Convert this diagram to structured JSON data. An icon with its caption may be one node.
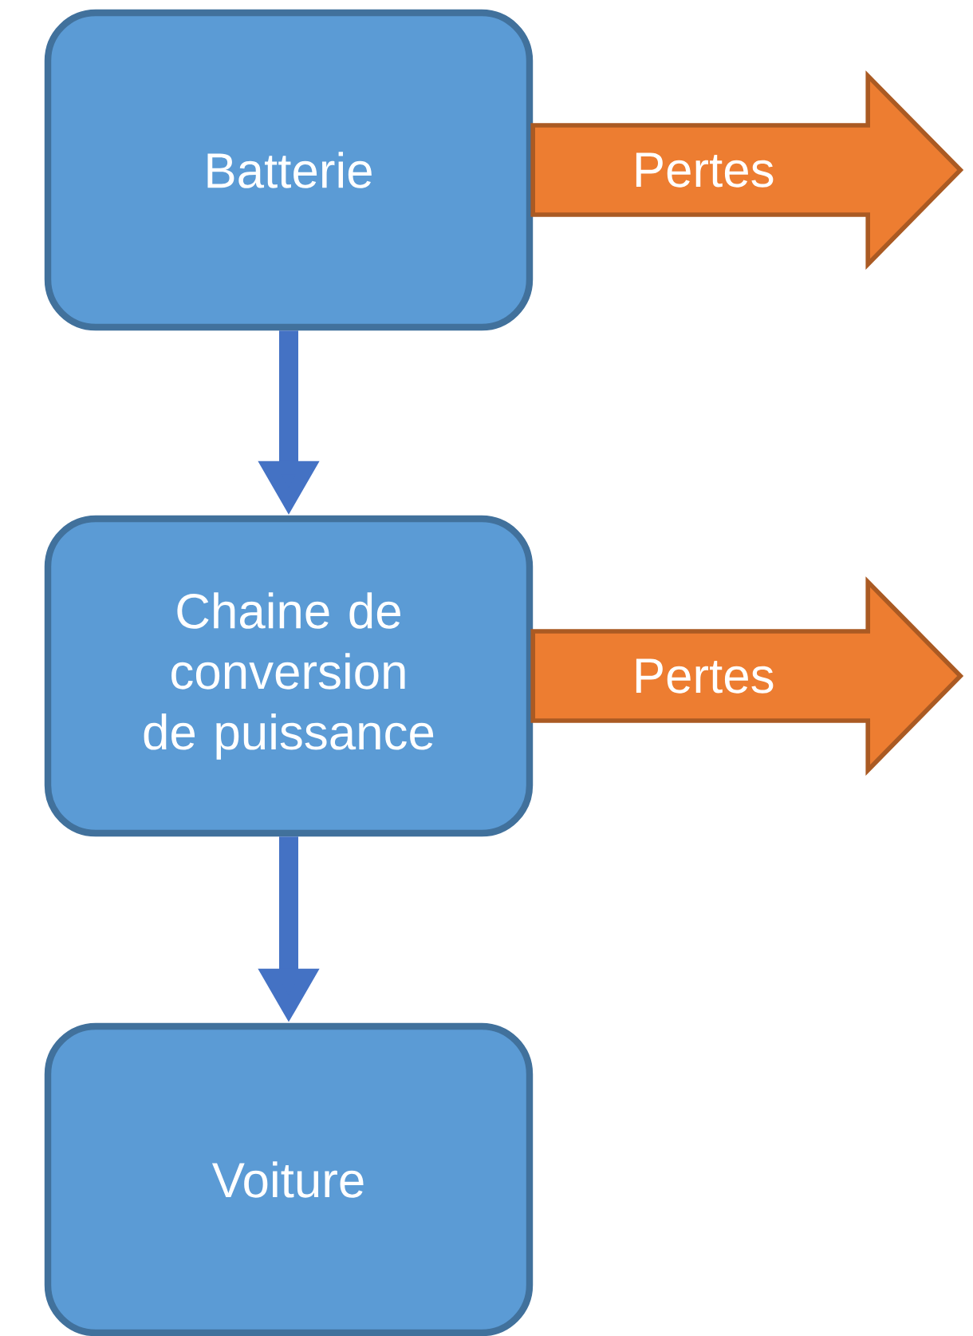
{
  "diagram": {
    "nodes": [
      {
        "text": [
          "Batterie"
        ]
      },
      {
        "text": [
          "Chaine de conversion de puissance"
        ]
      },
      {
        "text": [
          "Voiture"
        ]
      }
    ],
    "edges": [
      {
        "from": 0,
        "to": 1,
        "arrow": "to"
      },
      {
        "from": 1,
        "to": 2,
        "arrow": "to"
      },
      {
        "from": 0,
        "to": null,
        "arrow": "to",
        "label": "Pertes",
        "color": "#ed7d31"
      },
      {
        "from": 1,
        "to": null,
        "arrow": "to",
        "label": "Pertes",
        "color": "#ed7d31"
      }
    ]
  }
}
